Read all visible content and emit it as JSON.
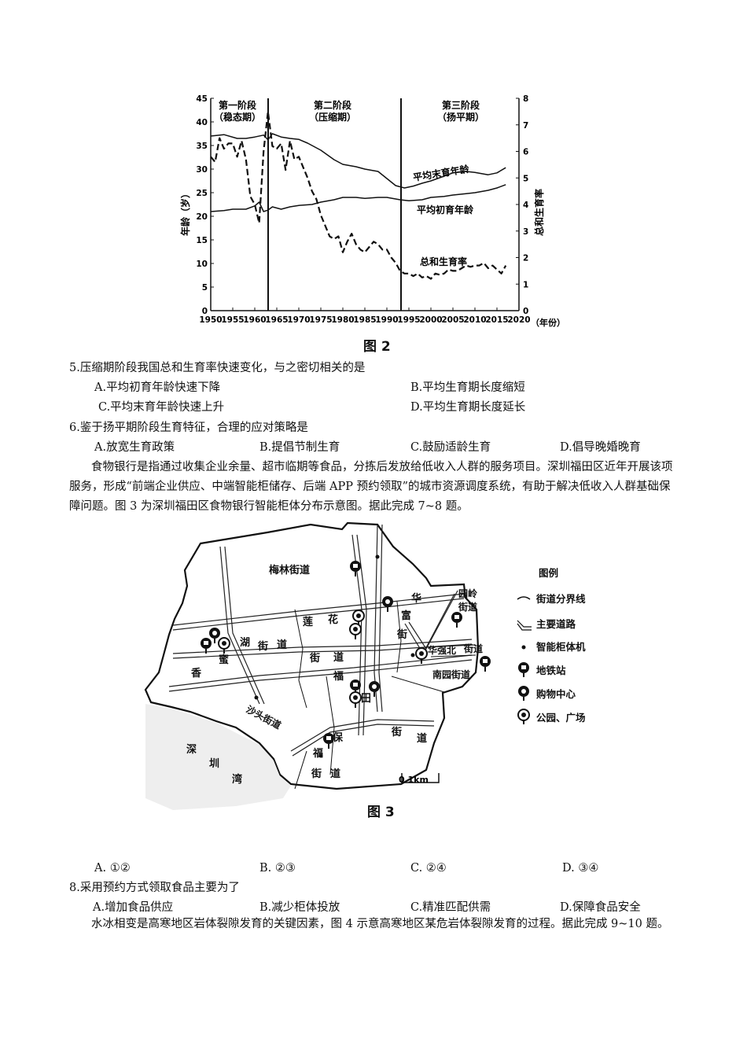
{
  "figure2": {
    "caption": "图 2",
    "left_axis_label": "年龄（岁）",
    "right_axis_label": "总和生育率",
    "x_unit": "（年份）",
    "stages": [
      {
        "name": "第一阶段",
        "sub": "（稳态期）"
      },
      {
        "name": "第二阶段",
        "sub": "（压缩期）"
      },
      {
        "name": "第三阶段",
        "sub": "（扬平期）"
      }
    ],
    "series_labels": {
      "last_birth_age": "平均末育年龄",
      "first_birth_age": "平均初育年龄",
      "tfr": "总和生育率"
    }
  },
  "chart_data": {
    "type": "line",
    "x_ticks": [
      1950,
      1955,
      1960,
      1965,
      1970,
      1975,
      1980,
      1985,
      1990,
      1995,
      2000,
      2005,
      2010,
      2015,
      2020
    ],
    "y_left_ticks": [
      0,
      5,
      10,
      15,
      20,
      25,
      30,
      35,
      40,
      45
    ],
    "y_right_ticks": [
      0,
      1,
      2,
      3,
      4,
      5,
      6,
      7,
      8
    ],
    "xlim": [
      1950,
      2020
    ],
    "ylim_left": [
      0,
      45
    ],
    "ylim_right": [
      0,
      8
    ],
    "stage_boundaries": [
      1963,
      1993
    ],
    "series": [
      {
        "name": "平均末育年龄",
        "axis": "left",
        "style": "solid",
        "x": [
          1950,
          1953,
          1956,
          1958,
          1960,
          1962,
          1963,
          1964,
          1966,
          1968,
          1970,
          1972,
          1975,
          1978,
          1980,
          1983,
          1985,
          1988,
          1990,
          1992,
          1994,
          1996,
          1998,
          2000,
          2003,
          2005,
          2008,
          2010,
          2013,
          2015,
          2017
        ],
        "y": [
          37,
          37.3,
          36.5,
          36.5,
          36.8,
          37.2,
          36.2,
          37.5,
          36.8,
          36.5,
          36.3,
          35.5,
          34,
          32,
          31,
          30.5,
          30,
          29.5,
          28,
          26.5,
          26,
          26.4,
          27,
          27.5,
          28.5,
          29.2,
          29.5,
          29.3,
          28.8,
          29.2,
          30.3
        ]
      },
      {
        "name": "平均初育年龄",
        "axis": "left",
        "style": "solid",
        "x": [
          1950,
          1953,
          1955,
          1958,
          1960,
          1961,
          1962,
          1963,
          1964,
          1966,
          1968,
          1970,
          1973,
          1975,
          1978,
          1980,
          1983,
          1985,
          1988,
          1990,
          1993,
          1995,
          1998,
          2000,
          2003,
          2005,
          2008,
          2010,
          2013,
          2015,
          2017
        ],
        "y": [
          21,
          21.2,
          21.5,
          21.5,
          22.2,
          23,
          21,
          21.3,
          22,
          21.5,
          22,
          22.3,
          22.5,
          23,
          23.5,
          24,
          24,
          23.8,
          24,
          24,
          23.5,
          23.3,
          23.5,
          24,
          24.2,
          24.5,
          24.8,
          25,
          25.5,
          26,
          26.7
        ],
        "note": "curve estimated"
      },
      {
        "name": "总和生育率",
        "axis": "right",
        "style": "dashed",
        "x": [
          1950,
          1951,
          1952,
          1953,
          1954,
          1955,
          1956,
          1957,
          1958,
          1959,
          1960,
          1961,
          1962,
          1963,
          1964,
          1965,
          1966,
          1967,
          1968,
          1969,
          1970,
          1971,
          1972,
          1973,
          1974,
          1975,
          1976,
          1977,
          1978,
          1979,
          1980,
          1981,
          1982,
          1983,
          1984,
          1985,
          1986,
          1987,
          1988,
          1989,
          1990,
          1991,
          1992,
          1993,
          1994,
          1995,
          1996,
          1997,
          1998,
          1999,
          2000,
          2001,
          2002,
          2003,
          2004,
          2005,
          2006,
          2007,
          2008,
          2009,
          2010,
          2011,
          2012,
          2013,
          2014,
          2015,
          2016,
          2017
        ],
        "y": [
          5.8,
          5.6,
          6.5,
          6.1,
          6.3,
          6.3,
          5.8,
          6.4,
          5.7,
          4.3,
          4.0,
          3.3,
          6.0,
          7.5,
          6.2,
          6.1,
          6.3,
          5.3,
          6.4,
          5.7,
          5.8,
          5.4,
          5.0,
          4.5,
          4.2,
          3.6,
          3.2,
          2.8,
          2.7,
          2.8,
          2.2,
          2.6,
          2.9,
          2.5,
          2.3,
          2.2,
          2.4,
          2.6,
          2.5,
          2.3,
          2.3,
          2.0,
          1.8,
          1.5,
          1.4,
          1.4,
          1.3,
          1.4,
          1.25,
          1.3,
          1.2,
          1.4,
          1.35,
          1.4,
          1.55,
          1.5,
          1.5,
          1.6,
          1.7,
          1.65,
          1.7,
          1.7,
          1.8,
          1.6,
          1.7,
          1.55,
          1.4,
          1.7
        ]
      }
    ]
  },
  "q5": {
    "stem": "5.压缩期阶段我国总和生育率快速变化，与之密切相关的是",
    "options": [
      "A.平均初育年龄快速下降",
      "B.平均生育期长度缩短",
      "C.平均末育年龄快速上升",
      "D.平均生育期长度延长"
    ]
  },
  "q6": {
    "stem": "6.鉴于扬平期阶段生育特征，合理的应对策略是",
    "options": [
      "A.放宽生育政策",
      "B.提倡节制生育",
      "C.鼓励适龄生育",
      "D.倡导晚婚晚育"
    ]
  },
  "passage1": "食物银行是指通过收集企业余量、超市临期等食品，分拣后发放给低收入人群的服务项目。深圳福田区近年开展该项服务，形成“前端企业供应、中端智能柜储存、后端 APP 预约领取”的城市资源调度系统，有助于解决低收入人群基础保障问题。图 3 为深圳福田区食物银行智能柜体分布示意图。据此完成 7~8 题。",
  "figure3": {
    "caption": "图 3",
    "legend_title": "图例",
    "legend": [
      "街道分界线",
      "主要道路",
      "智能柜体机",
      "地铁站",
      "购物中心",
      "公园、广场"
    ],
    "scale_label": "0   1km",
    "place_labels": [
      "梅林街道",
      "华",
      "富",
      "街",
      "园岭",
      "街道",
      "香",
      "蜜",
      "湖",
      "街",
      "道",
      "莲",
      "花",
      "街",
      "道",
      "华强北",
      "街道",
      "南园街道",
      "福",
      "田",
      "沙头街道",
      "街",
      "道",
      "福",
      "保",
      "街",
      "道",
      "深",
      "圳",
      "湾"
    ]
  },
  "q7": {
    "options": [
      "A. ①②",
      "B. ②③",
      "C. ②④",
      "D. ③④"
    ]
  },
  "q8": {
    "stem": "8.采用预约方式领取食品主要为了",
    "options": [
      "A.增加食品供应",
      "B.减少柜体投放",
      "C.精准匹配供需",
      "D.保障食品安全"
    ]
  },
  "passage2": "水冰相变是高寒地区岩体裂隙发育的关键因素，图 4 示意高寒地区某危岩体裂隙发育的过程。据此完成 9~10 题。"
}
